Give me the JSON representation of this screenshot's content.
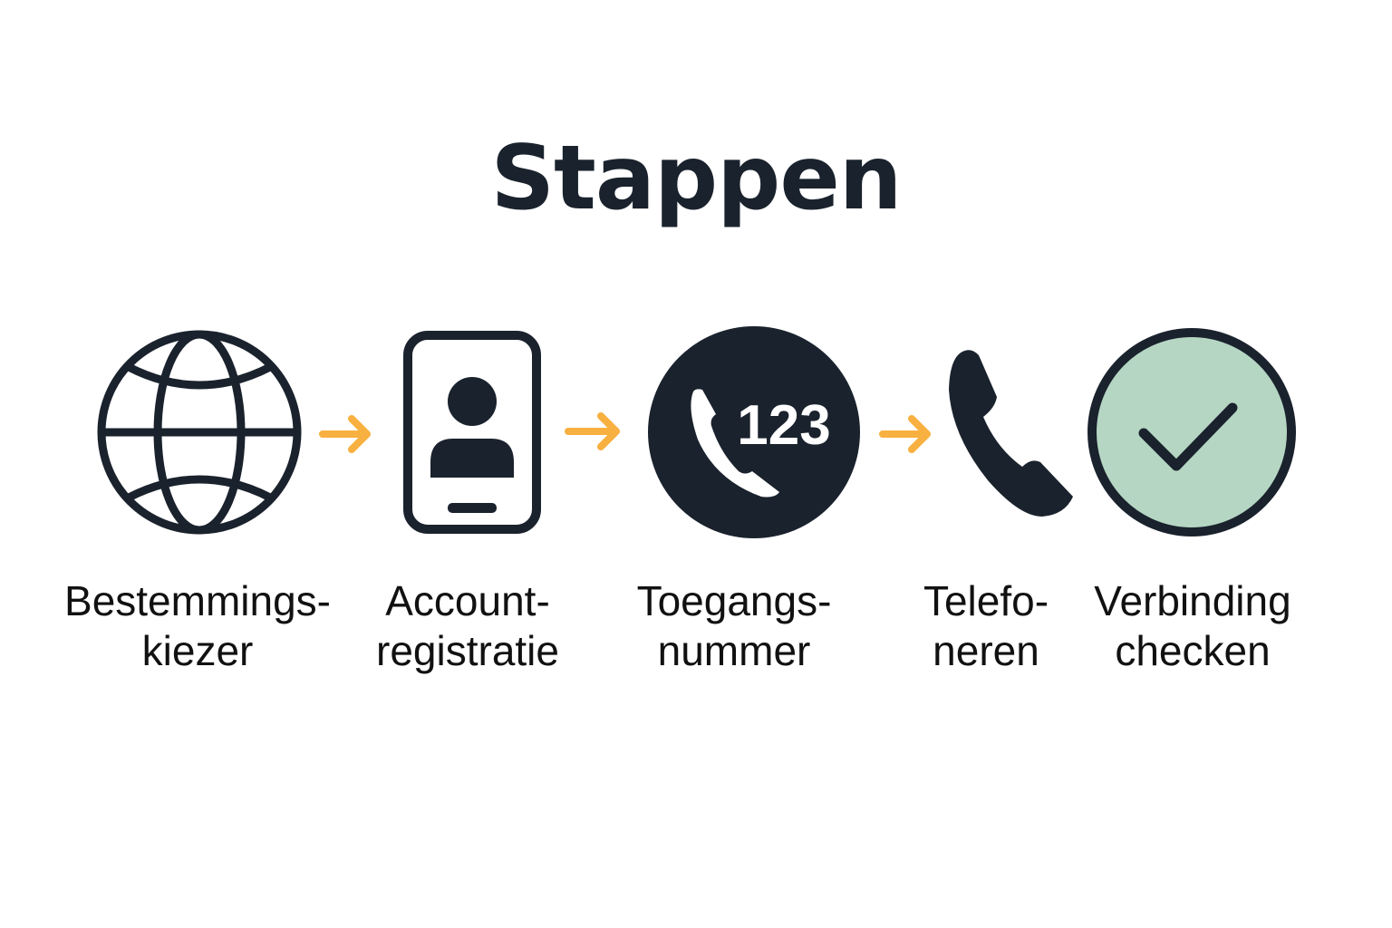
{
  "title": "Stappen",
  "colors": {
    "dark": "#1a222d",
    "arrow": "#f8b040",
    "check_fill": "#b5d6c3"
  },
  "steps": [
    {
      "icon": "globe-icon",
      "line1": "Bestemmings-",
      "line2": "kiezer"
    },
    {
      "icon": "account-card-icon",
      "line1": "Account-",
      "line2": "registratie"
    },
    {
      "icon": "phone-123-icon",
      "badge": "123",
      "line1": "Toegangs-",
      "line2": "nummer"
    },
    {
      "icon": "phone-icon",
      "line1": "Telefo-",
      "line2": "neren"
    },
    {
      "icon": "check-circle-icon",
      "line1": "Verbinding",
      "line2": "checken"
    }
  ]
}
